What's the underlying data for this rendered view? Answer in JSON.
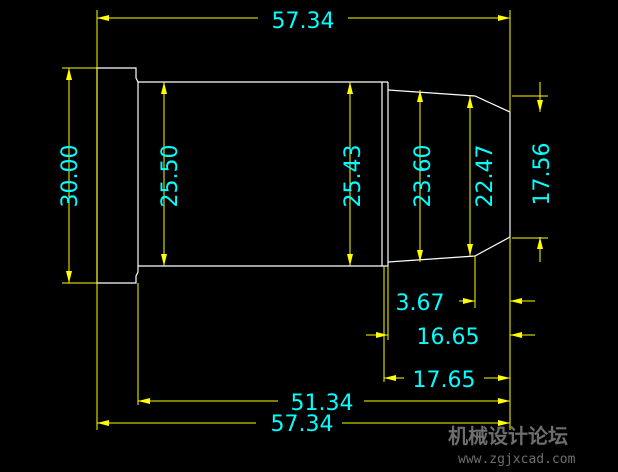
{
  "drawing": {
    "colors": {
      "background": "#000000",
      "outline": "#ffffff",
      "dimension_line": "#ffff00",
      "dimension_text": "#00ffff",
      "watermark": "#6e6e6e"
    },
    "dimensions": {
      "top_overall": "57.34",
      "bottom_overall": "57.34",
      "body_length": "51.34",
      "tail_length": "17.65",
      "head_length": "16.65",
      "chamfer_length": "3.67",
      "flange_dia": "30.00",
      "body_dia_left": "25.50",
      "body_dia_right": "25.43",
      "neck_dia": "23.60",
      "taper_dia": "22.47",
      "tip_dia": "17.56"
    }
  },
  "watermark": {
    "name": "机械设计论坛",
    "url": "www.zgjxcad.com"
  }
}
